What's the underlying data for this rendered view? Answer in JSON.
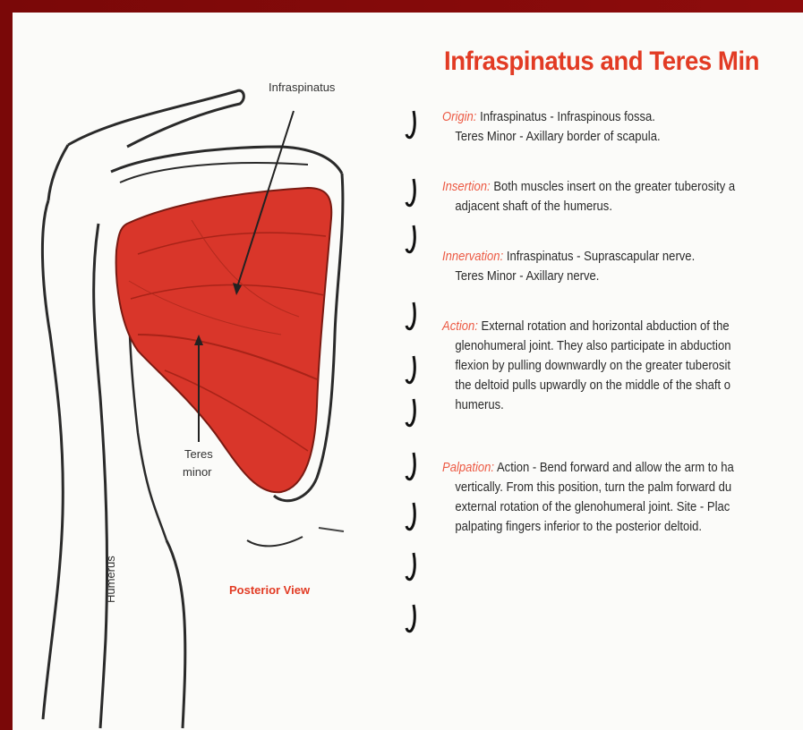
{
  "title": "Infraspinatus and Teres Min",
  "figure": {
    "label_infraspinatus": "Infraspinatus",
    "label_teres_1": "Teres",
    "label_teres_2": "minor",
    "label_humerus": "Humerus",
    "caption": "Posterior View",
    "muscle_color": "#d9362a",
    "accent_color": "#e23b24"
  },
  "sections": {
    "origin": {
      "label": "Origin:",
      "line1": "Infraspinatus - Infraspinous fossa.",
      "line2": "Teres Minor - Axillary border of scapula."
    },
    "insertion": {
      "label": "Insertion:",
      "line1": "Both muscles insert on the greater tuberosity a",
      "line2": "adjacent shaft of the humerus."
    },
    "innervation": {
      "label": "Innervation:",
      "line1": "Infraspinatus - Suprascapular nerve.",
      "line2": "Teres Minor - Axillary nerve."
    },
    "action": {
      "label": "Action:",
      "line1": "External rotation and horizontal abduction of the",
      "line2": "glenohumeral joint. They also participate in abduction",
      "line3": "flexion by pulling downwardly on the greater tuberosit",
      "line4": "the deltoid pulls upwardly on the middle of the shaft o",
      "line5": "humerus."
    },
    "palpation": {
      "label": "Palpation:",
      "line1": "Action - Bend forward and allow the arm to ha",
      "line2": "vertically. From this position, turn the palm forward du",
      "line3": "external rotation of the glenohumeral joint.  Site - Plac",
      "line4": "palpating fingers inferior to the posterior deltoid."
    }
  }
}
